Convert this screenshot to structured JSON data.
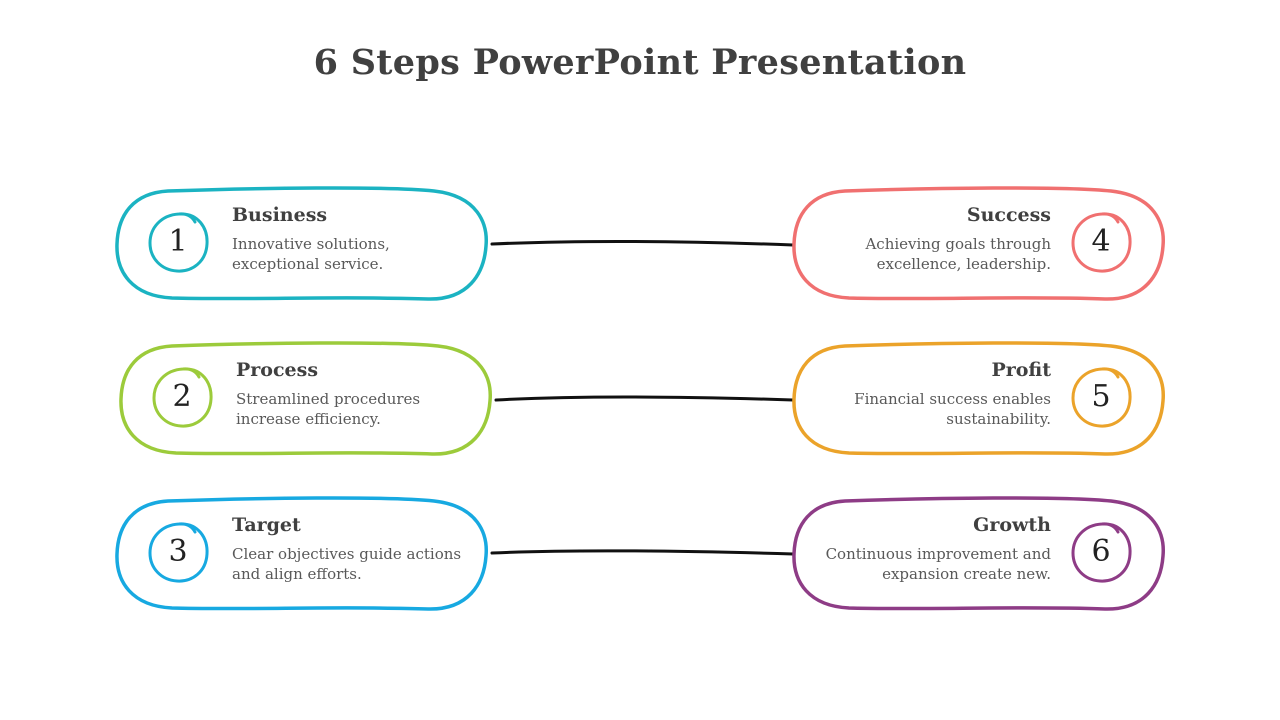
{
  "title": "6 Steps PowerPoint Presentation",
  "steps": [
    {
      "number": "1",
      "heading": "Business",
      "description": "Innovative solutions, exceptional service.",
      "color": "#1BB3C2"
    },
    {
      "number": "2",
      "heading": "Process",
      "description": "Streamlined procedures increase efficiency.",
      "color": "#9CCB3B"
    },
    {
      "number": "3",
      "heading": "Target",
      "description": "Clear objectives guide actions and align efforts.",
      "color": "#17A9E1"
    },
    {
      "number": "4",
      "heading": "Success",
      "description": "Achieving goals through excellence, leadership.",
      "color": "#F07070"
    },
    {
      "number": "5",
      "heading": "Profit",
      "description": "Financial success enables sustainability.",
      "color": "#EBA32A"
    },
    {
      "number": "6",
      "heading": "Growth",
      "description": "Continuous improvement and expansion create new.",
      "color": "#8E3C86"
    }
  ],
  "connector_color": "#111111"
}
